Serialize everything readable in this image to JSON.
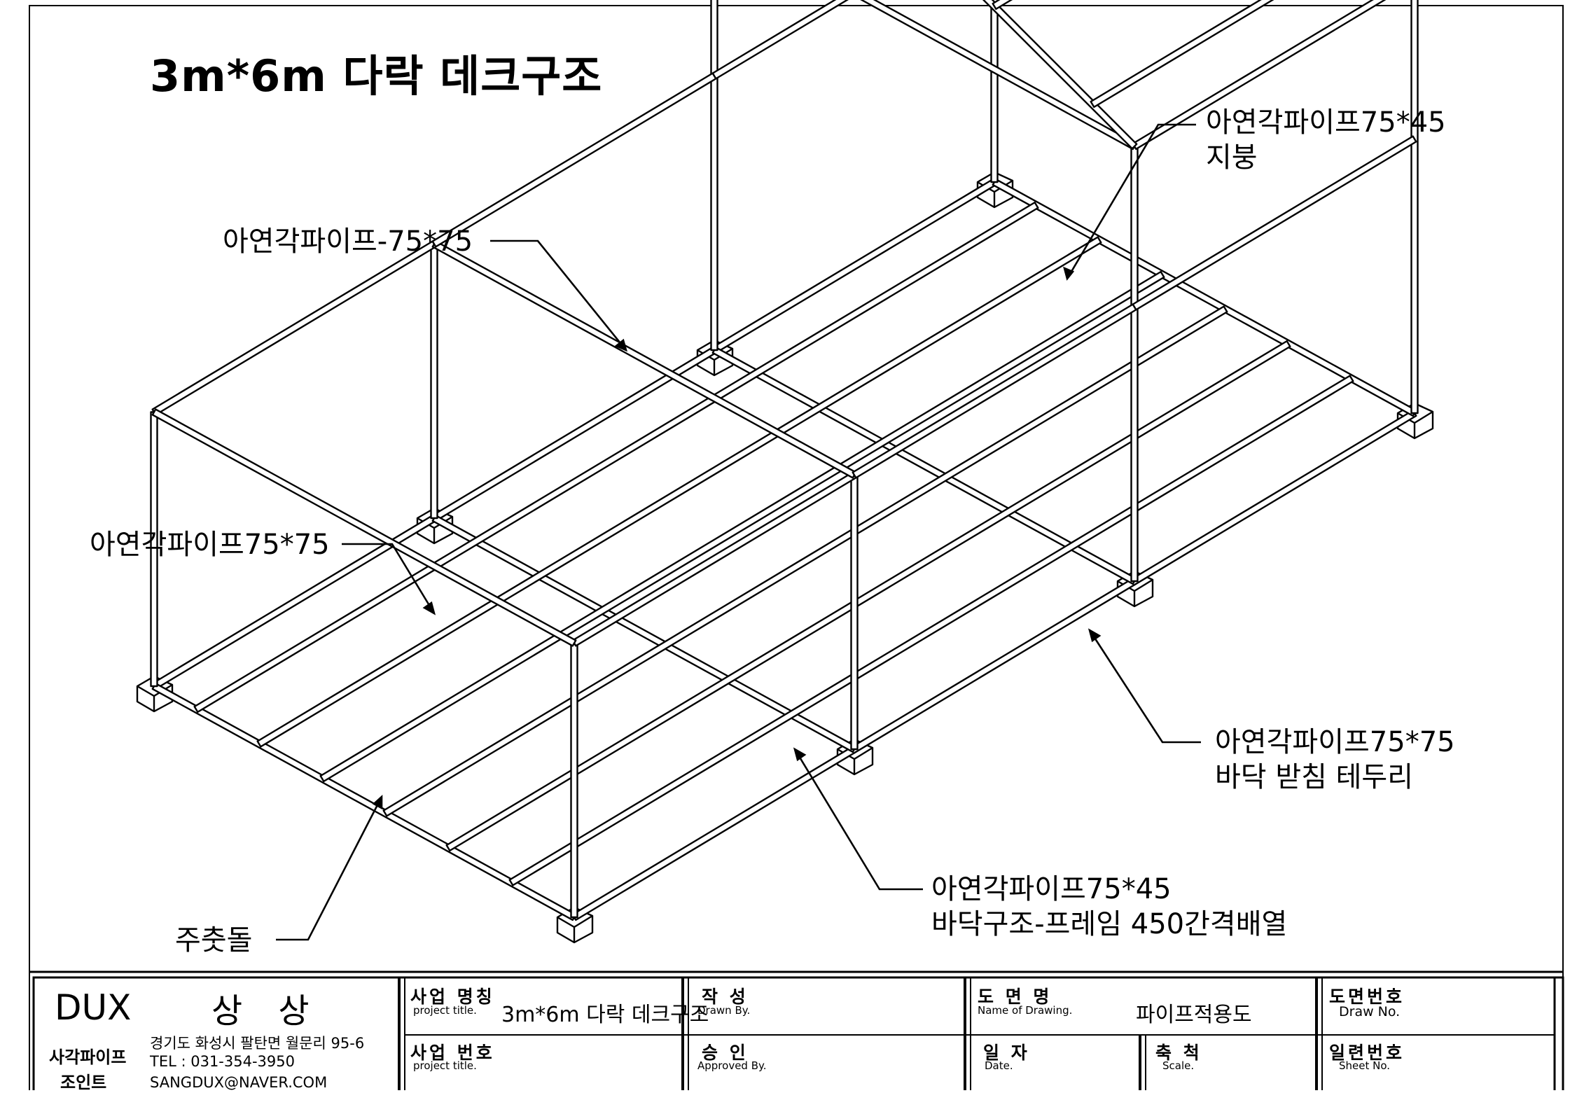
{
  "drawing": {
    "title": "3m*6m 다락  데크구조",
    "callouts": {
      "roof_pipe": {
        "line1": "아연각파이프75*45",
        "line2": "지붕"
      },
      "upper_pipe": {
        "line1": "아연각파이프-75*75"
      },
      "left_pipe": {
        "line1": "아연각파이프75*75"
      },
      "floor_edge": {
        "line1": "아연각파이프75*75",
        "line2": "바닥 받침 테두리"
      },
      "floor_frame": {
        "line1": "아연각파이프75*45",
        "line2": "바닥구조-프레임 450간격배열"
      },
      "footing": {
        "line1": "주춧돌"
      }
    }
  },
  "title_block": {
    "company": {
      "brand": "DUX",
      "korean_name": "상 상",
      "type_line1": "사각파이프",
      "type_line2": "조인트",
      "address": "경기도 화성시 팔탄면 월문리 95-6",
      "tel": "TEL : 031-354-3950",
      "email": "SANGDUX@NAVER.COM"
    },
    "project_name": {
      "label": "사업 명칭",
      "sub": "project title.",
      "value": "3m*6m 다락  데크구조"
    },
    "project_no": {
      "label": "사업 번호",
      "sub": "project title.",
      "value": ""
    },
    "drawn_by": {
      "label": "작   성",
      "sub": "Drawn By.",
      "value": ""
    },
    "approved_by": {
      "label": "승   인",
      "sub": "Approved By.",
      "value": ""
    },
    "drawing_name": {
      "label": "도 면 명",
      "sub": "Name of Drawing.",
      "value": "파이프적용도"
    },
    "date": {
      "label": "일 자",
      "sub": "Date.",
      "value": ""
    },
    "scale": {
      "label": "축 척",
      "sub": "Scale.",
      "value": ""
    },
    "drawing_no": {
      "label": "도면번호",
      "sub": "Draw No.",
      "value": ""
    },
    "sheet_no": {
      "label": "일련번호",
      "sub": "Sheet No.",
      "value": ""
    }
  }
}
